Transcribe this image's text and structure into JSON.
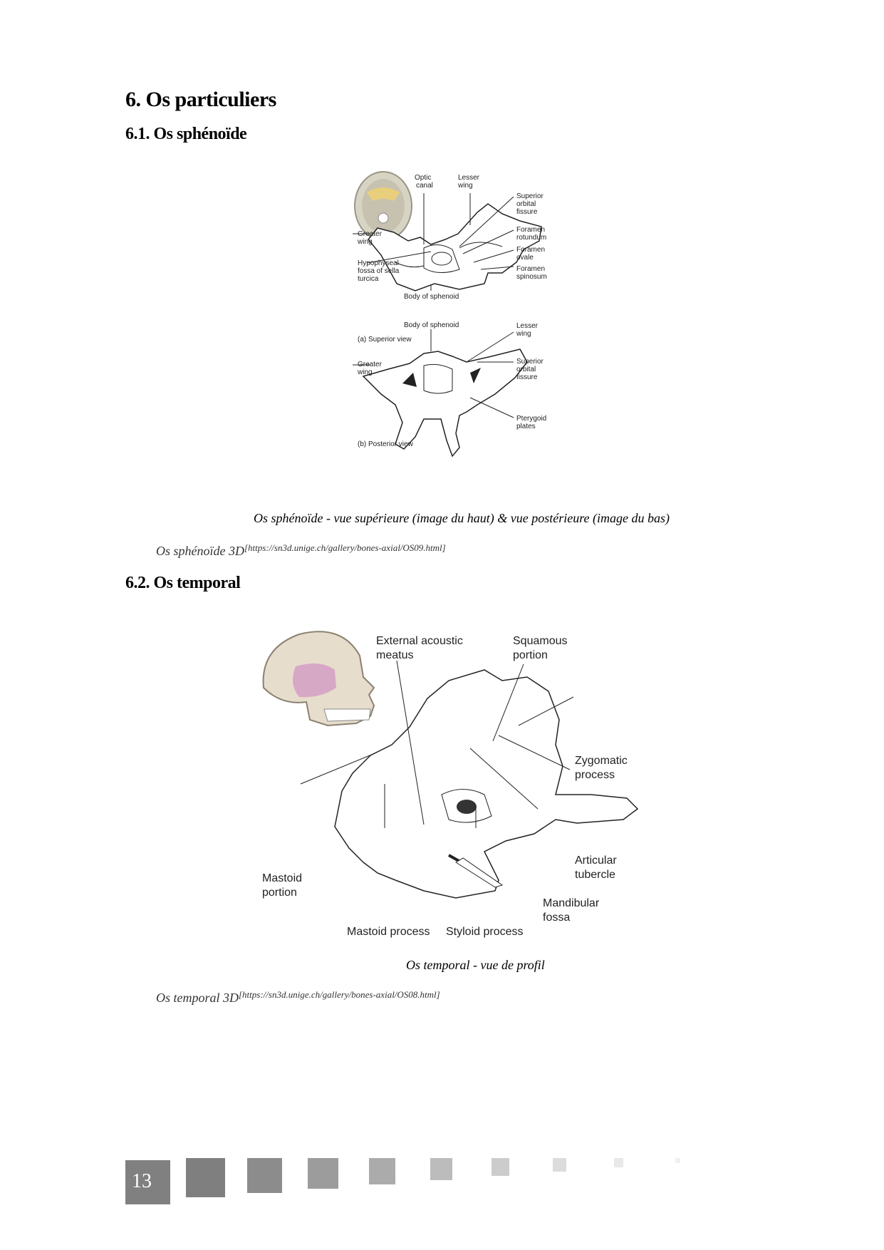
{
  "headings": {
    "section": "6. Os particuliers",
    "sub1": "6.1. Os sphénoïde",
    "sub2": "6.2. Os temporal"
  },
  "sphenoid_figure": {
    "superior_labels": {
      "optic_canal": [
        "Optic",
        "canal"
      ],
      "lesser_wing": [
        "Lesser",
        "wing"
      ],
      "superior_orbital_fissure": [
        "Superior",
        "orbital",
        "fissure"
      ],
      "foramen_rotundum": [
        "Foramen",
        "rotundum"
      ],
      "foramen_ovale": [
        "Foramen",
        "ovale"
      ],
      "foramen_spinosum": [
        "Foramen",
        "spinosum"
      ],
      "greater_wing": [
        "Greater",
        "wing"
      ],
      "hypophyseal_fossa": [
        "Hypophyseal",
        "fossa of sella",
        "turcica"
      ],
      "body": "Body of sphenoid",
      "view": "(a) Superior view"
    },
    "posterior_labels": {
      "body": "Body of sphenoid",
      "lesser_wing": [
        "Lesser",
        "wing"
      ],
      "greater_wing": [
        "Greater",
        "wing"
      ],
      "superior_orbital_fissure": [
        "Superior",
        "orbital",
        "fissure"
      ],
      "pterygoid_plates": [
        "Pterygoid",
        "plates"
      ],
      "view": "(b) Posterior view"
    },
    "caption": "Os sphénoïde - vue supérieure (image du haut) & vue postérieure (image du bas)"
  },
  "sphenoid_3d": {
    "text": "Os sphénoïde 3D",
    "link": "[https://sn3d.unige.ch/gallery/bones-axial/OS09.html]"
  },
  "temporal_figure": {
    "labels": {
      "external_acoustic_meatus": [
        "External acoustic",
        "meatus"
      ],
      "squamous_portion": [
        "Squamous",
        "portion"
      ],
      "zygomatic_process": [
        "Zygomatic",
        "process"
      ],
      "articular_tubercle": [
        "Articular",
        "tubercle"
      ],
      "mandibular_fossa": [
        "Mandibular",
        "fossa"
      ],
      "mastoid_portion": [
        "Mastoid",
        "portion"
      ],
      "mastoid_process": "Mastoid process",
      "styloid_process": "Styloid process"
    },
    "caption": "Os temporal - vue de profil"
  },
  "temporal_3d": {
    "text": "Os temporal 3D",
    "link": "[https://sn3d.unige.ch/gallery/bones-axial/OS08.html]"
  },
  "footer": {
    "page_number": "13",
    "colors": {
      "box": "#808080"
    }
  }
}
